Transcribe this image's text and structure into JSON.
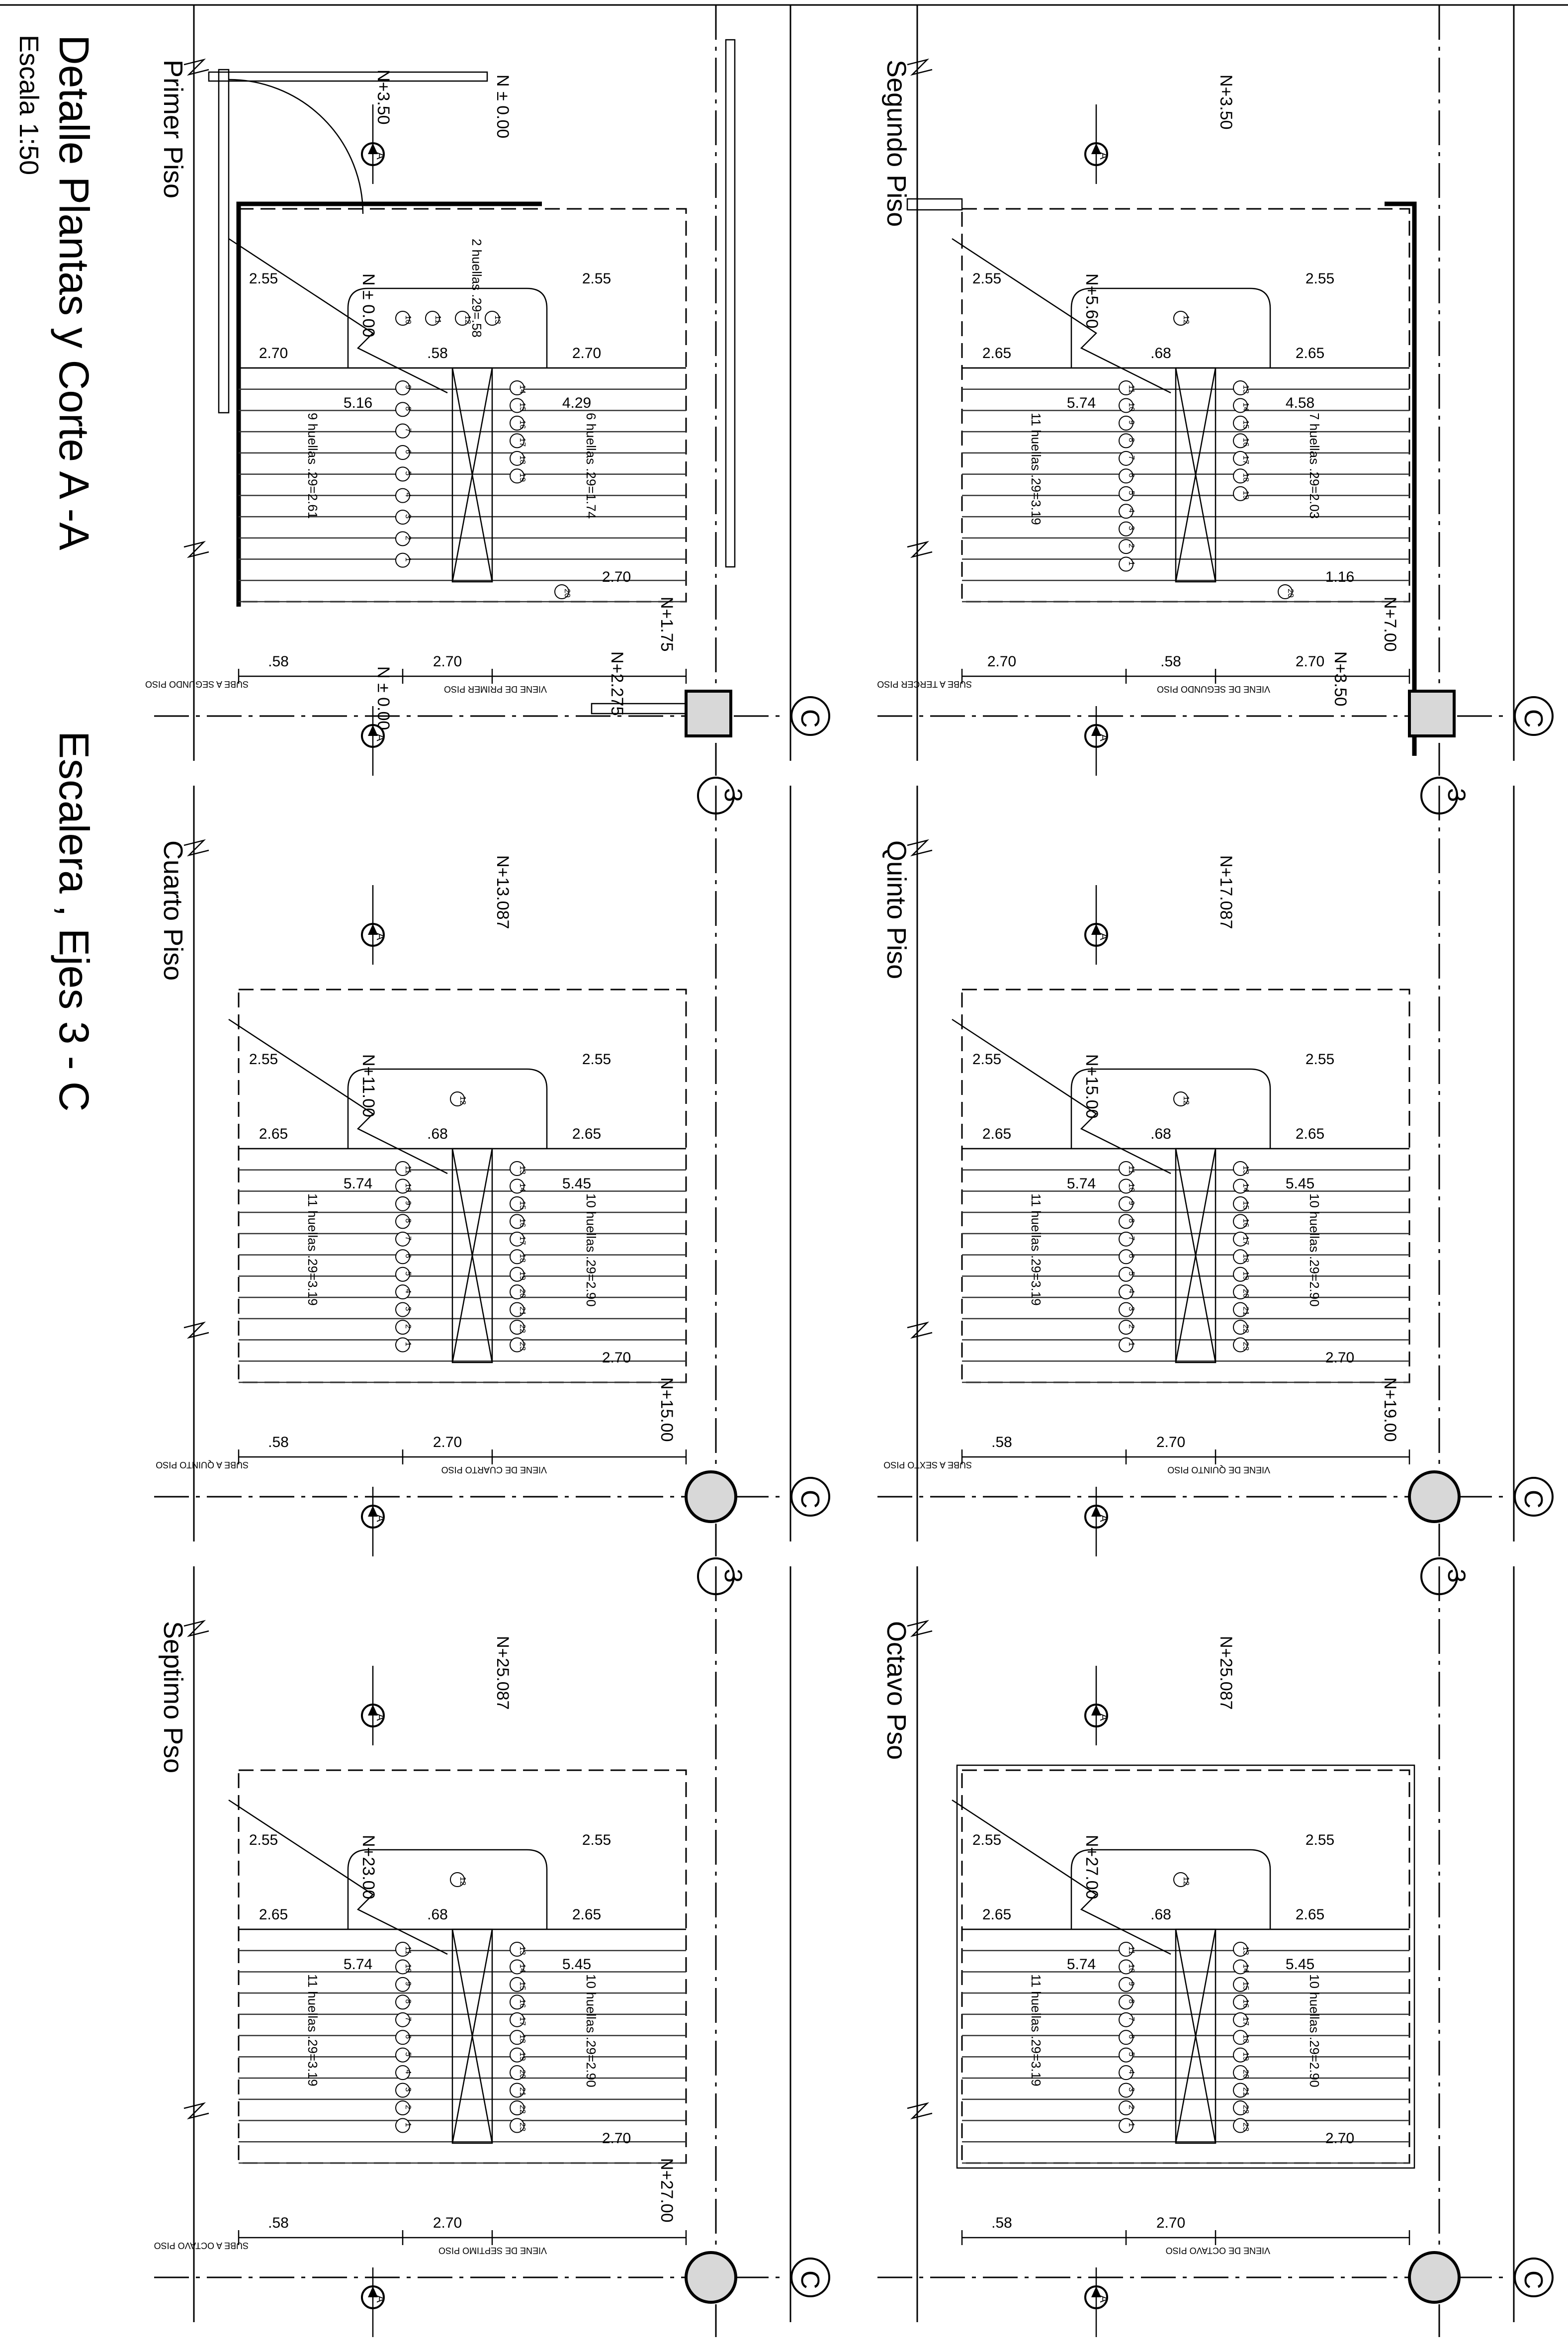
{
  "title": "Detalle Plantas y Corte A -A",
  "subtitle": "Escalera , Ejes 3 - C",
  "scale": "Escala 1:50",
  "axis_labels": {
    "c": "C",
    "three": "3",
    "section": "A"
  },
  "plans": [
    {
      "name": "Primer Piso",
      "levels": [
        "N ± 0.00",
        "N ± 0.00",
        "N+1.75",
        "N+2.275",
        "N+3.50",
        "N ± 0.00"
      ],
      "huellas": [
        "2 huellas  .29=.58",
        "9 huellas  .29=2.61",
        "6 huellas  .29=1.74"
      ],
      "dims": [
        "2.55",
        "2.55",
        "2.70",
        ".58",
        "2.70",
        "5.16",
        "4.29",
        "2.70",
        ".58",
        "2.70"
      ],
      "notes": [
        "SUBE A SEGUNDO PISO",
        "VIENE DE PRIMER PISO"
      ],
      "steps_a": [
        "9",
        "8",
        "7",
        "6",
        "5",
        "4",
        "3",
        "2",
        "1"
      ],
      "steps_b": [
        "14",
        "15",
        "16",
        "17",
        "18",
        "19"
      ],
      "steps_c": [
        "10",
        "11",
        "12",
        "13"
      ],
      "step_extra": "20"
    },
    {
      "name": "Segundo Piso",
      "levels": [
        "N+3.50",
        "N+5.60",
        "N+7.00",
        "N+3.50"
      ],
      "huellas": [
        "11 huellas  .29=3.19",
        "7 huellas  .29=2.03"
      ],
      "dims": [
        "2.55",
        "2.55",
        "2.65",
        ".68",
        "2.65",
        "5.74",
        "4.58",
        "1.16",
        "2.70",
        ".58",
        "2.70"
      ],
      "notes": [
        "SUBE A TERCER PISO",
        "VIENE DE SEGUNDO PISO"
      ],
      "steps_a": [
        "11",
        "10",
        "9",
        "8",
        "7",
        "6",
        "5",
        "4",
        "3",
        "2",
        "1"
      ],
      "steps_b": [
        "13",
        "14",
        "15",
        "16",
        "17",
        "18",
        "19"
      ],
      "step_top": "12",
      "step_extra": "20"
    },
    {
      "name": "Cuarto Piso",
      "levels": [
        "N+13.087",
        "N+11.00",
        "N+15.00"
      ],
      "huellas": [
        "11 huellas  .29=3.19",
        "10 huellas  .29=2.90"
      ],
      "dims": [
        "2.55",
        "2.55",
        "2.65",
        ".68",
        "2.65",
        "5.74",
        "5.45",
        "2.70",
        ".58",
        "2.70"
      ],
      "notes": [
        "SUBE A QUINTO PISO",
        "VIENE DE CUARTO PISO"
      ],
      "steps_a": [
        "11",
        "10",
        "9",
        "8",
        "7",
        "6",
        "5",
        "4",
        "3",
        "2",
        "1"
      ],
      "steps_b": [
        "13",
        "14",
        "15",
        "16",
        "17",
        "18",
        "19",
        "20",
        "21",
        "22",
        "23"
      ],
      "step_top": "12"
    },
    {
      "name": "Quinto Piso",
      "levels": [
        "N+17.087",
        "N+15.00",
        "N+19.00"
      ],
      "huellas": [
        "11 huellas  .29=3.19",
        "10 huellas  .29=2.90"
      ],
      "dims": [
        "2.55",
        "2.55",
        "2.65",
        ".68",
        "2.65",
        "5.74",
        "5.45",
        "2.70",
        ".58",
        "2.70"
      ],
      "notes": [
        "SUBE A SEXTO PISO",
        "VIENE DE QUINTO PISO"
      ],
      "steps_a": [
        "11",
        "10",
        "9",
        "8",
        "7",
        "6",
        "5",
        "4",
        "3",
        "2",
        "1"
      ],
      "steps_b": [
        "13",
        "14",
        "15",
        "16",
        "17",
        "18",
        "19",
        "20",
        "21",
        "22",
        "23"
      ],
      "step_top": "12"
    },
    {
      "name": "Septimo Pso",
      "levels": [
        "N+25.087",
        "N+23.00",
        "N+27.00"
      ],
      "huellas": [
        "11 huellas  .29=3.19",
        "10 huellas  .29=2.90"
      ],
      "dims": [
        "2.55",
        "2.55",
        "2.65",
        ".68",
        "2.65",
        "5.74",
        "5.45",
        "2.70",
        ".58",
        "2.70"
      ],
      "notes": [
        "SUBE A OCTAVO PISO",
        "VIENE DE SEPTIMO PISO"
      ],
      "steps_a": [
        "11",
        "10",
        "9",
        "8",
        "7",
        "6",
        "5",
        "4",
        "3",
        "2",
        "1"
      ],
      "steps_b": [
        "13",
        "14",
        "15",
        "16",
        "17",
        "18",
        "19",
        "20",
        "21",
        "22",
        "23"
      ],
      "step_top": "12"
    },
    {
      "name": "Octavo Pso",
      "levels": [
        "N+25.087",
        "N+27.00"
      ],
      "huellas": [
        "11 huellas  .29=3.19",
        "10 huellas  .29=2.90"
      ],
      "dims": [
        "2.55",
        "2.55",
        "2.65",
        ".68",
        "2.65",
        "5.74",
        "5.45",
        "2.70",
        ".58",
        "2.70"
      ],
      "notes": [
        "VIENE DE OCTAVO PISO"
      ],
      "steps_a": [
        "11",
        "10",
        "9",
        "8",
        "7",
        "6",
        "5",
        "4",
        "3",
        "2",
        "1"
      ],
      "steps_b": [
        "13",
        "14",
        "15",
        "16",
        "17",
        "18",
        "19",
        "20",
        "21",
        "22",
        "23"
      ],
      "step_top": "12"
    }
  ]
}
